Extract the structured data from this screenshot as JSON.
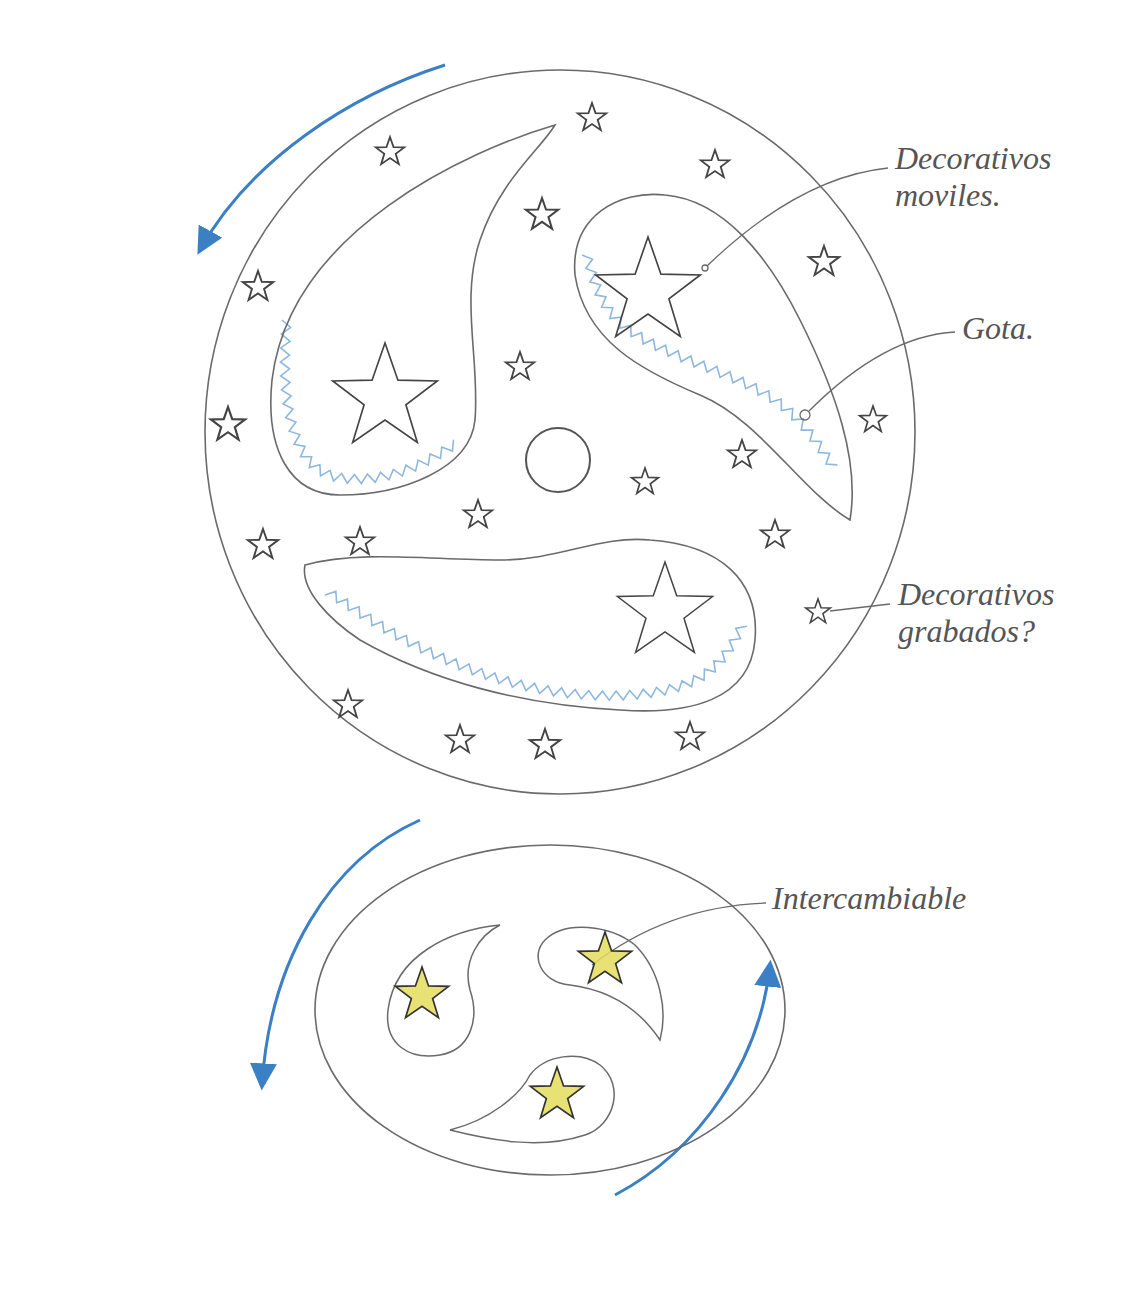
{
  "diagram": {
    "labels": [
      "Decorativos moviles.",
      "Gota.",
      "Decorativos grabados?",
      "Intercambiable"
    ]
  }
}
